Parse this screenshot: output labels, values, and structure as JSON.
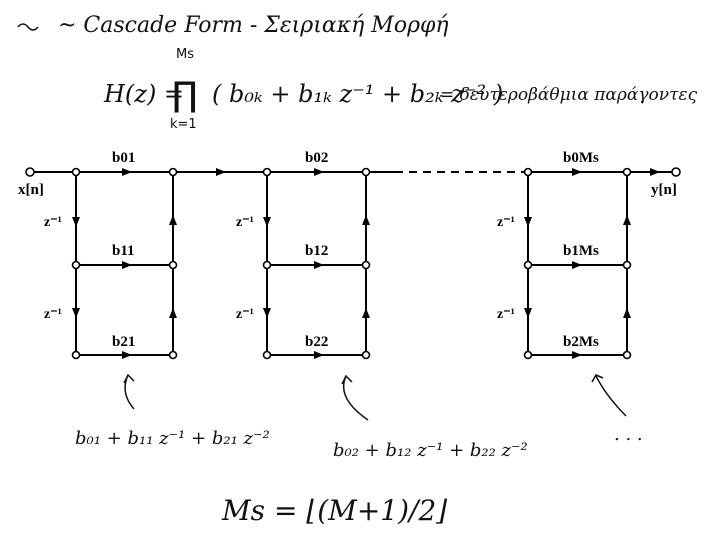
{
  "header": {
    "title": "~ Cascade Form - Σειριακή Μορφή",
    "formula": "H(z) = ∏_{k=1}^{M_s} ( b_{0k} + b_{1k} z^{-1} + b_{2k} z^{-2} )",
    "formula_lhs": "H(z) =",
    "product_symbol": "∏",
    "product_upper": "Ms",
    "product_lower": "k=1",
    "formula_body": "( b₀ₖ + b₁ₖ z⁻¹ + b₂ₖ z⁻² )",
    "formula_note": "= δευτεροβάθμια παράγοντες"
  },
  "diagram": {
    "input_label": "x[n]",
    "output_label": "y[n]",
    "delay_label": "z⁻¹",
    "sections": [
      {
        "b0": "b01",
        "b1": "b11",
        "b2": "b21",
        "note": "b₀₁ + b₁₁ z⁻¹ + b₂₁ z⁻²"
      },
      {
        "b0": "b02",
        "b1": "b12",
        "b2": "b22",
        "note": "b₀₂ + b₁₂ z⁻¹ + b₂₂ z⁻²"
      },
      {
        "b0": "b0Ms",
        "b1": "b1Ms",
        "b2": "b2Ms",
        "note": ". . ."
      }
    ]
  },
  "footer": {
    "formula": "Ms = ⌊(M+1)/2⌋"
  }
}
